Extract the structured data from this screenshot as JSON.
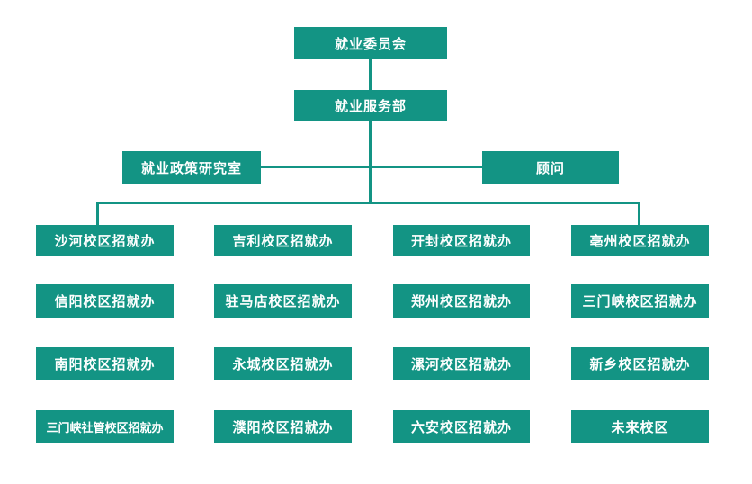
{
  "colors": {
    "node_fill": "#139484",
    "connector": "#139484",
    "text": "#ffffff"
  },
  "org": {
    "committee": "就业委员会",
    "department": "就业服务部",
    "policy_office": "就业政策研究室",
    "advisor": "顾问",
    "campuses": [
      [
        "沙河校区招就办",
        "吉利校区招就办",
        "开封校区招就办",
        "亳州校区招就办"
      ],
      [
        "信阳校区招就办",
        "驻马店校区招就办",
        "郑州校区招就办",
        "三门峡校区招就办"
      ],
      [
        "南阳校区招就办",
        "永城校区招就办",
        "漯河校区招就办",
        "新乡校区招就办"
      ],
      [
        "三门峡社管校区招就办",
        "濮阳校区招就办",
        "六安校区招就办",
        "未来校区"
      ]
    ]
  }
}
